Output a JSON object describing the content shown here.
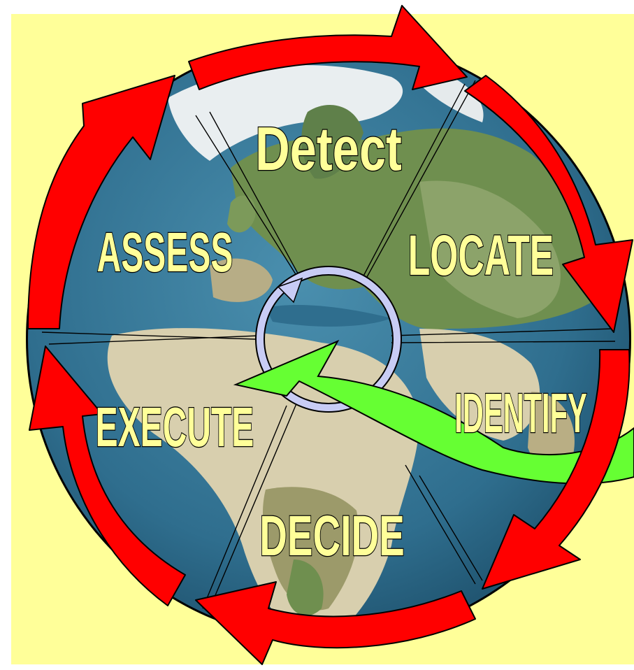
{
  "diagram": {
    "stages": [
      {
        "id": "detect",
        "label": "Detect"
      },
      {
        "id": "locate",
        "label": "LOCATE"
      },
      {
        "id": "identify",
        "label": "IDENTIFY"
      },
      {
        "id": "decide",
        "label": "DECIDE"
      },
      {
        "id": "execute",
        "label": "EXECUTE"
      },
      {
        "id": "assess",
        "label": "ASSESS"
      }
    ],
    "colors": {
      "background": "#ffff99",
      "ocean": "#2f6e8e",
      "land_green": "#6f8f4f",
      "land_desert": "#d8cfae",
      "cycle_arrows": "#ff0000",
      "feedback_arrow": "#66ff33",
      "inner_loop": "#c8ccf5",
      "label_fill": "#ffff99",
      "label_outline": "#000000"
    }
  }
}
